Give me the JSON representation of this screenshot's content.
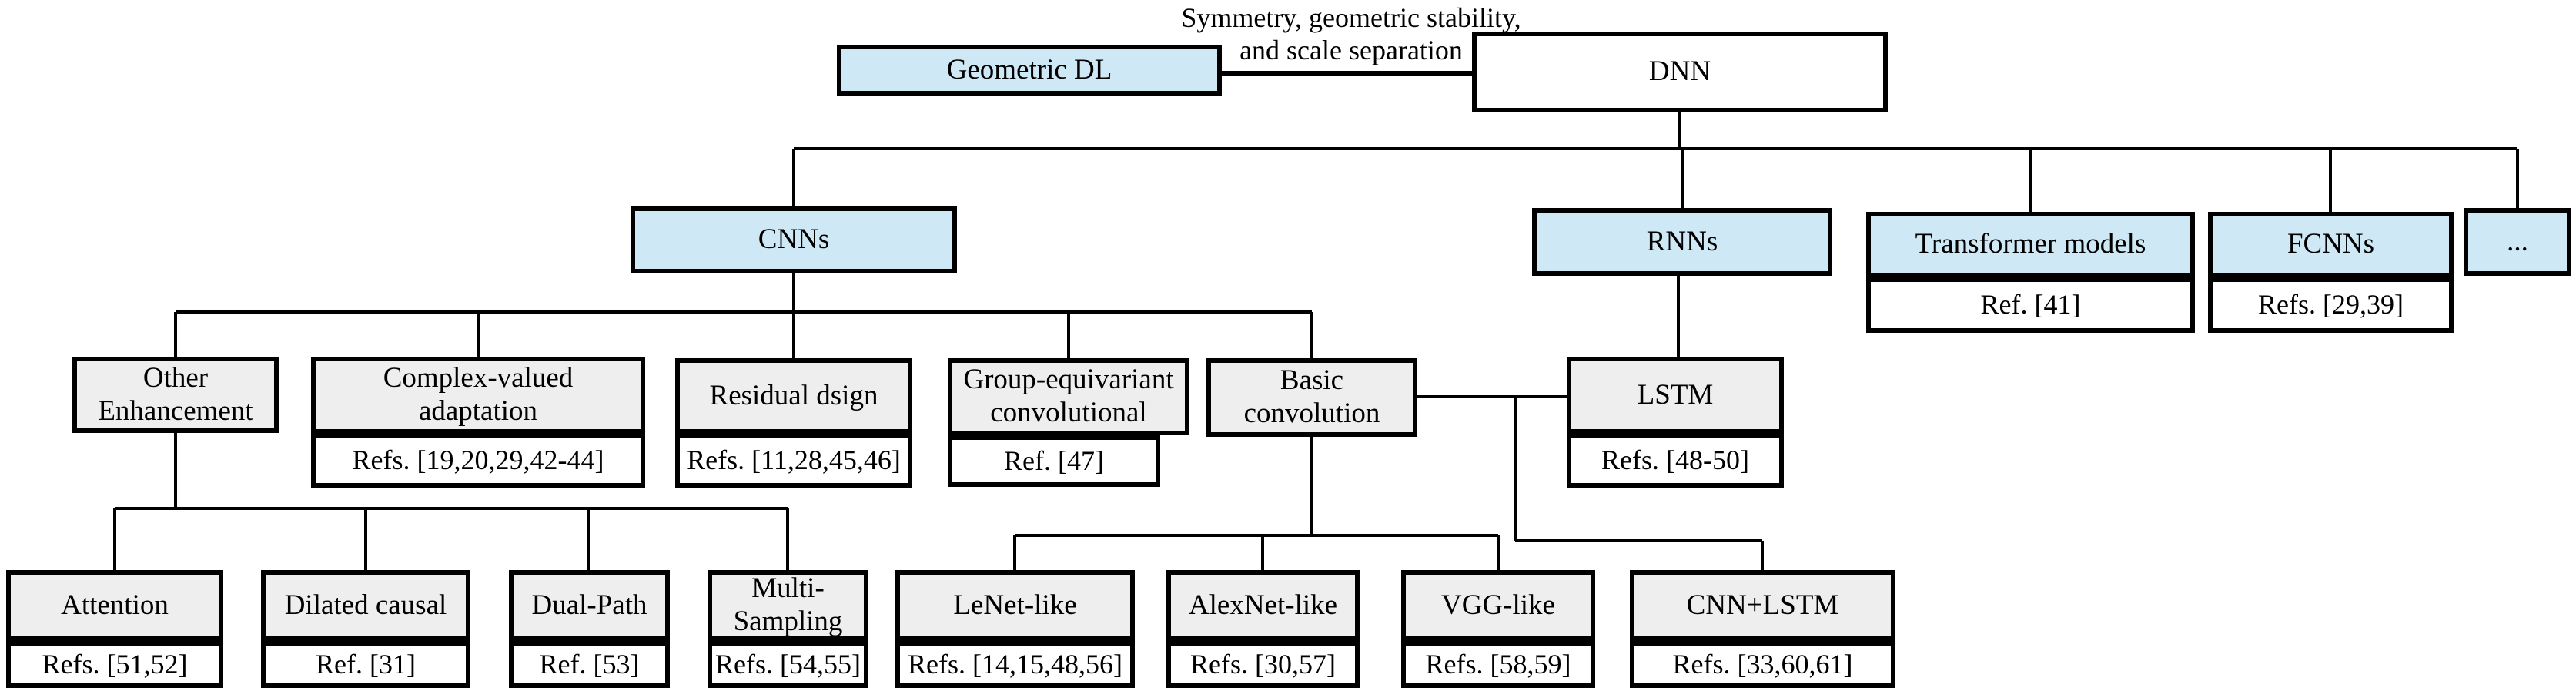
{
  "annotation": {
    "text": "Symmetry, geometric stability,\nand scale separation"
  },
  "nodes": {
    "geometric_dl": {
      "label": "Geometric DL"
    },
    "dnn": {
      "label": "DNN"
    },
    "cnns": {
      "label": "CNNs"
    },
    "rnns": {
      "label": "RNNs"
    },
    "transformer": {
      "label": "Transformer models",
      "ref": "Ref. [41]"
    },
    "fcnns": {
      "label": "FCNNs",
      "ref": "Refs. [29,39]"
    },
    "dots": {
      "label": "..."
    },
    "other_enhancement": {
      "label": "Other\nEnhancement"
    },
    "complex_valued": {
      "label": "Complex-valued\nadaptation",
      "ref": "Refs. [19,20,29,42-44]"
    },
    "residual": {
      "label": "Residual dsign",
      "ref": "Refs. [11,28,45,46]"
    },
    "group_equivariant": {
      "label": "Group-equivariant\nconvolutional",
      "ref": "Ref. [47]"
    },
    "basic_convolution": {
      "label": "Basic\nconvolution"
    },
    "lstm": {
      "label": "LSTM",
      "ref": "Refs. [48-50]"
    },
    "attention": {
      "label": "Attention",
      "ref": "Refs. [51,52]"
    },
    "dilated_causal": {
      "label": "Dilated causal",
      "ref": "Ref. [31]"
    },
    "dual_path": {
      "label": "Dual-Path",
      "ref": "Ref. [53]"
    },
    "multi_sampling": {
      "label": "Multi-\nSampling",
      "ref": "Refs. [54,55]"
    },
    "lenet": {
      "label": "LeNet-like",
      "ref": "Refs. [14,15,48,56]"
    },
    "alexnet": {
      "label": "AlexNet-like",
      "ref": "Refs. [30,57]"
    },
    "vgg": {
      "label": "VGG-like",
      "ref": "Refs. [58,59]"
    },
    "cnn_lstm": {
      "label": "CNN+LSTM",
      "ref": "Refs. [33,60,61]"
    }
  },
  "colors": {
    "highlight_blue": "#cfe8f5",
    "node_gray": "#eeeeee",
    "node_white": "#ffffff",
    "line_black": "#000000"
  }
}
